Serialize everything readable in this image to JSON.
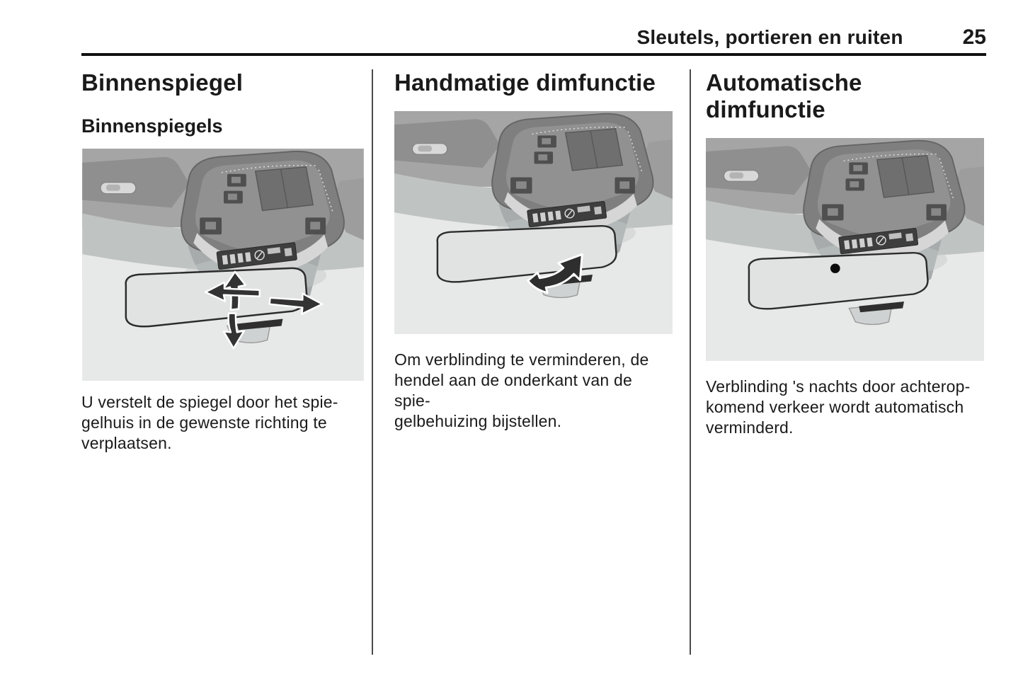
{
  "header": {
    "chapter": "Sleutels, portieren en ruiten",
    "page_number": "25"
  },
  "columns": [
    {
      "heading": "Binnenspiegel",
      "subheading": "Binnenspiegels",
      "body": "U verstelt de spiegel door het spie-\ngelhuis in de gewenste richting te\nverplaatsen.",
      "figure_icon": "four-direction-arrows-icon"
    },
    {
      "heading": "Handmatige dimfunctie",
      "body": "Om verblinding te verminderen, de\nhendel aan de onderkant van de spie-\ngelbehuizing bijstellen.",
      "figure_icon": "flip-lever-arrow-icon"
    },
    {
      "heading": "Automatische dimfunctie",
      "body": "Verblinding 's nachts door achterop-\nkomend verkeer wordt automatisch\nverminderd.",
      "figure_icon": "sensor-dot-icon"
    }
  ],
  "colors": {
    "text": "#1a1a1a",
    "header_rule": "#111111",
    "divider": "#4a4a4a",
    "figure_background": "#e9e9e9",
    "arrow_fill": "#333333"
  }
}
